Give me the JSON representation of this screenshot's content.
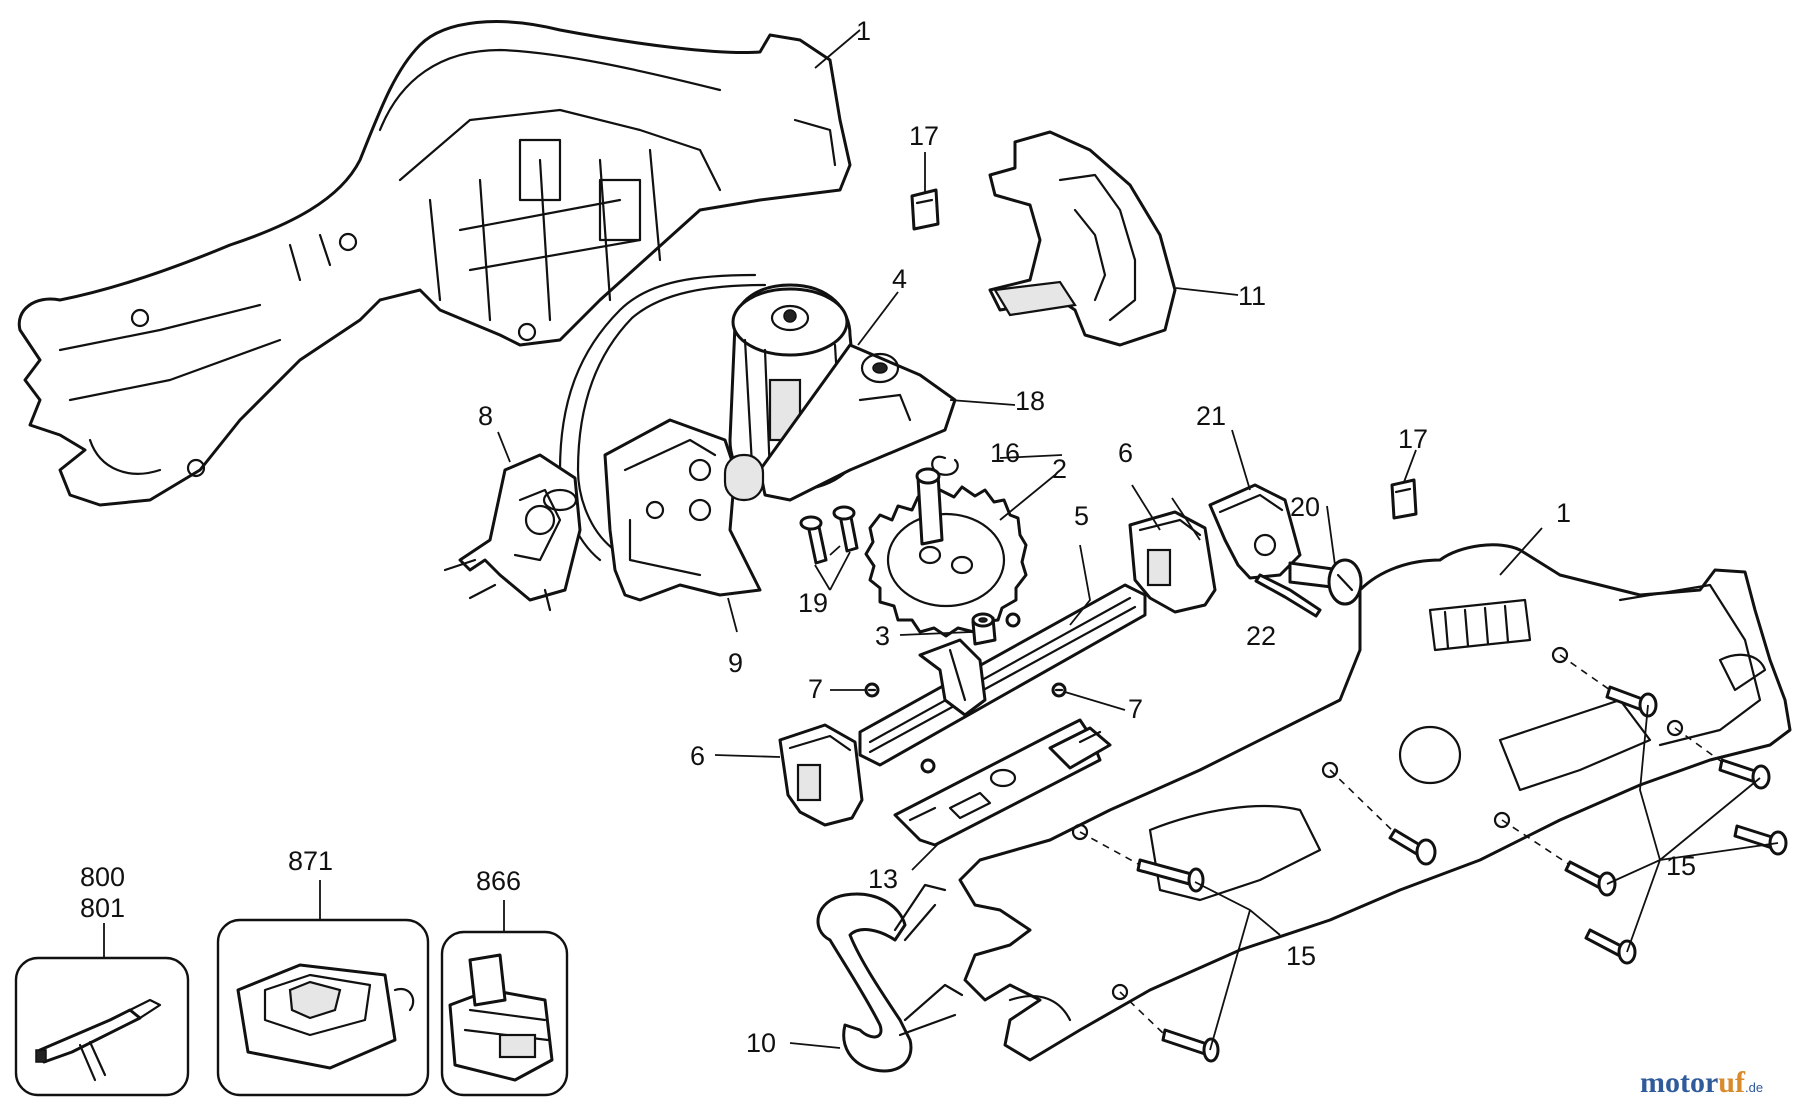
{
  "labels": {
    "housing_top": "1",
    "housing_bottom": "1",
    "gear": "2",
    "spacer": "3",
    "motor": "4",
    "rack": "5",
    "guide_upper": "6",
    "guide_lower": "6",
    "clip_left": "7",
    "clip_right": "7",
    "terminal_block": "8",
    "switch": "9",
    "blade_clamp": "10",
    "bracket": "11",
    "plate": "13",
    "screws_lower": "15",
    "screws_right": "15",
    "retaining_ring": "16",
    "pad_top": "17",
    "pad_right": "17",
    "motor_mount": "18",
    "screws_small": "19",
    "screw": "20",
    "block": "21",
    "pin": "22",
    "adapter_a": "800",
    "adapter_b": "801",
    "charger": "871",
    "battery": "866"
  },
  "watermark": {
    "part_a": "motor",
    "part_b": "uf",
    "part_c": ".de"
  }
}
